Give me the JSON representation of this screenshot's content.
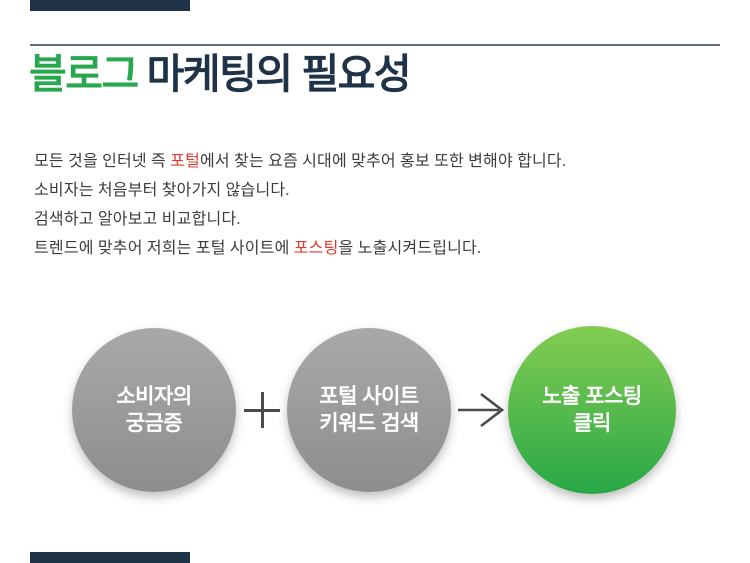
{
  "colors": {
    "background": "#ffffff",
    "accent_navy": "#1e3348",
    "rule_gray_blue": "#5c6c84",
    "title_green": "#28a74e",
    "body_text": "#3c3c3c",
    "highlight_red": "#e4392d",
    "symbol_gray": "#4a4a4a",
    "circle_text": "#ffffff",
    "gray_circle_top": "#a9a9a9",
    "gray_circle_bottom": "#8d8d8d",
    "green_circle_top": "#85cc52",
    "green_circle_bottom": "#28a847"
  },
  "title": {
    "highlight": "블로그",
    "rest": "마케팅의 필요성"
  },
  "body": {
    "lines": [
      {
        "pre": "모든 것을 인터넷 즉 ",
        "em": "포털",
        "post": "에서 찾는 요즘 시대에 맞추어 홍보 또한 변해야 합니다."
      },
      {
        "pre": "소비자는 처음부터 찾아가지 않습니다.",
        "em": "",
        "post": ""
      },
      {
        "pre": "검색하고 알아보고 비교합니다.",
        "em": "",
        "post": ""
      },
      {
        "pre": "트렌드에 맞추어 저희는 포털 사이트에 ",
        "em": "포스팅",
        "post": "을 노출시켜드립니다."
      }
    ]
  },
  "diagram": {
    "plus_icon": "+",
    "arrow_icon": "→",
    "circles": [
      {
        "line1": "소비자의",
        "line2": "궁금증",
        "kind": "gray"
      },
      {
        "line1": "포털 사이트",
        "line2": "키워드 검색",
        "kind": "gray"
      },
      {
        "line1": "노출 포스팅",
        "line2": "클릭",
        "kind": "green"
      }
    ]
  }
}
